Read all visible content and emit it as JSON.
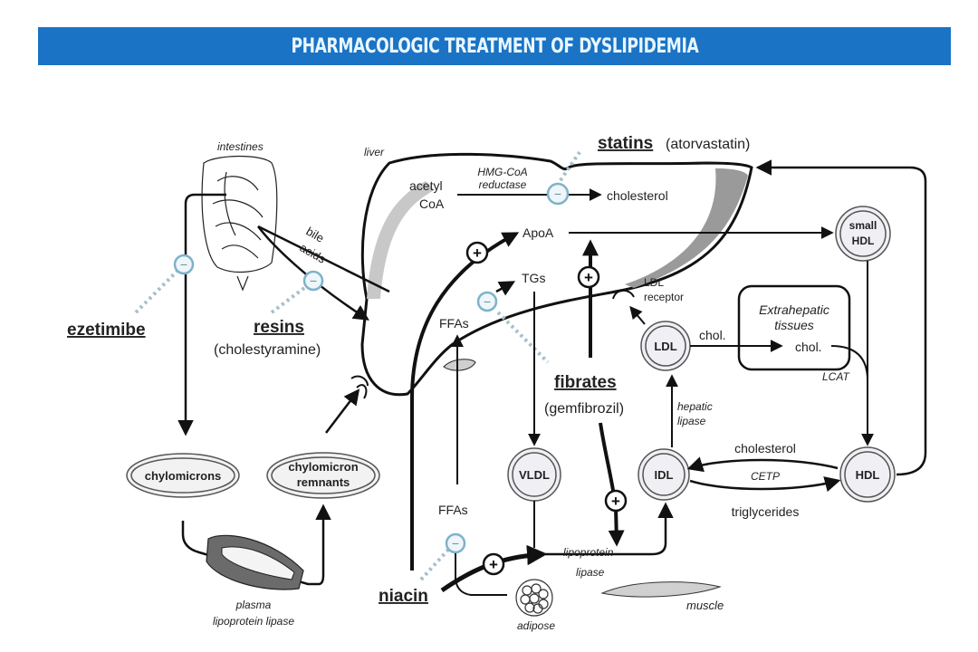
{
  "title": "PHARMACOLOGIC TREATMENT OF DYSLIPIDEMIA",
  "colors": {
    "title_bar": "#1a73c4",
    "title_text": "#e9f6ff",
    "inhibit_circle": "#7fb2c9",
    "dotted_link": "#a6bfcb",
    "liver_shade": "#c8c8c8"
  },
  "organs": {
    "intestines": "intestines",
    "liver": "liver",
    "adipose": "adipose",
    "muscle": "muscle",
    "plasma_lpl": [
      "plasma",
      "lipoprotein lipase"
    ],
    "extrahepatic": [
      "Extrahepatic",
      "tissues"
    ]
  },
  "drugs": {
    "statins": {
      "name": "statins",
      "example": "(atorvastatin)"
    },
    "ezetimibe": {
      "name": "ezetimibe"
    },
    "resins": {
      "name": "resins",
      "example": "(cholestyramine)"
    },
    "fibrates": {
      "name": "fibrates",
      "example": "(gemfibrozil)"
    },
    "niacin": {
      "name": "niacin"
    }
  },
  "molecules": {
    "acetyl_coa": [
      "acetyl",
      "CoA"
    ],
    "hmg_coa": [
      "HMG-CoA",
      "reductase"
    ],
    "cholesterol_liver": "cholesterol",
    "apoa": "ApoA",
    "tgs": "TGs",
    "ffas_liver": "FFAs",
    "ffas_adipose": "FFAs",
    "bile_acids": [
      "bile",
      "acids"
    ],
    "ldl_receptor": [
      "LDL",
      "receptor"
    ],
    "chol1": "chol.",
    "chol2": "chol.",
    "lcat": "LCAT",
    "hepatic_lipase": [
      "hepatic",
      "lipase"
    ],
    "cholesterol_cetp": "cholesterol",
    "cetp": "CETP",
    "triglycerides": "triglycerides",
    "lipoprotein_lipase": [
      "lipoprotein",
      "lipase"
    ]
  },
  "particles": {
    "chylomicrons": "chylomicrons",
    "chylo_remnants": [
      "chylomicron",
      "remnants"
    ],
    "vldl": "VLDL",
    "idl": "IDL",
    "ldl": "LDL",
    "hdl": "HDL",
    "small_hdl": [
      "small",
      "HDL"
    ]
  },
  "symbols": {
    "plus": "+",
    "minus": "−"
  }
}
